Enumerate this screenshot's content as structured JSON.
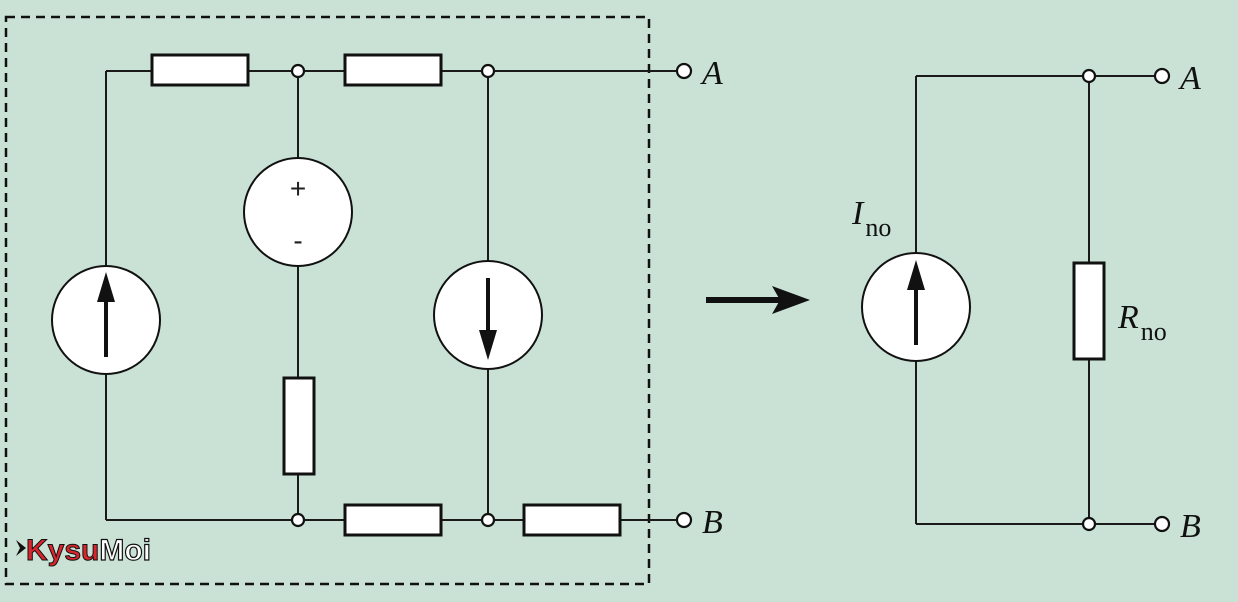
{
  "left_circuit": {
    "terminal_a": "A",
    "terminal_b": "B",
    "voltage_source": {
      "plus": "+",
      "minus": "-"
    }
  },
  "right_circuit": {
    "terminal_a": "A",
    "terminal_b": "B",
    "current_source": {
      "symbol": "I",
      "subscript": "no"
    },
    "resistor": {
      "symbol": "R",
      "subscript": "no"
    }
  },
  "watermark": {
    "brand": "KysuMoi",
    "part1": "Kysu",
    "part2": "Moi",
    "color1": "#d8262c",
    "color2": "#ffffff"
  },
  "colors": {
    "background": "#c9e2d5",
    "stroke": "#111111"
  }
}
